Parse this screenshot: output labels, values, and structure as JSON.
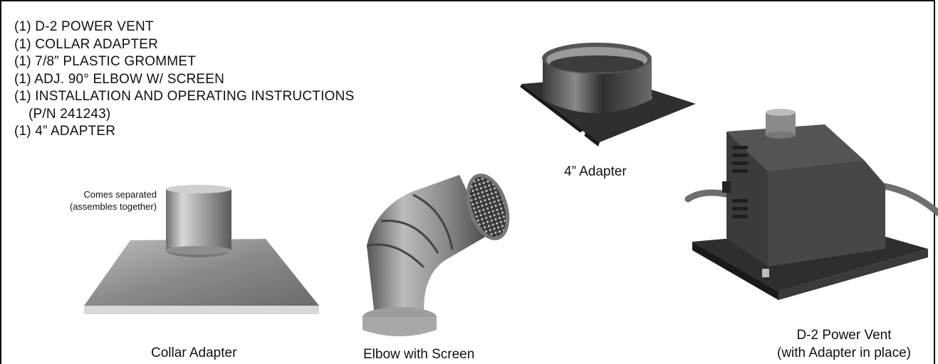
{
  "parts_list": [
    "(1) D-2 POWER VENT",
    "(1) COLLAR ADAPTER",
    "(1) 7/8” PLASTIC GROMMET",
    "(1) ADJ. 90° ELBOW W/ SCREEN",
    "(1) INSTALLATION AND OPERATING INSTRUCTIONS",
    "(P/N 241243)",
    "(1) 4” ADAPTER"
  ],
  "captions": {
    "adapter_4in": "4” Adapter",
    "collar_note_line1": "Comes separated",
    "collar_note_line2": "(assembles together)",
    "collar_adapter": "Collar Adapter",
    "elbow": "Elbow with Screen",
    "power_vent_line1": "D-2 Power Vent",
    "power_vent_line2": "(with Adapter in place)"
  }
}
